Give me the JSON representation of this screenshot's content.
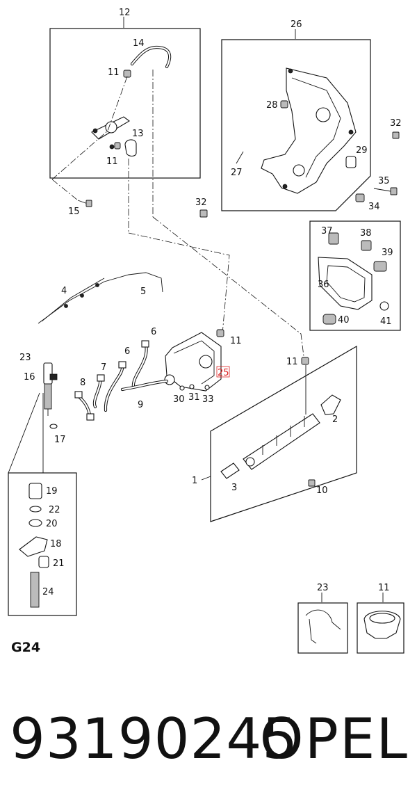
{
  "callouts": {
    "c12": "12",
    "c14": "14",
    "c11a": "11",
    "c13": "13",
    "c11b": "11",
    "c15": "15",
    "c26": "26",
    "c28": "28",
    "c27": "27",
    "c29": "29",
    "c32a": "32",
    "c35": "35",
    "c34": "34",
    "c32b": "32",
    "c37": "37",
    "c38": "38",
    "c39": "39",
    "c36": "36",
    "c40": "40",
    "c41": "41",
    "c4": "4",
    "c5": "5",
    "c6a": "6",
    "c6b": "6",
    "c7": "7",
    "c8": "8",
    "c9": "9",
    "c11c": "11",
    "c25": "25",
    "c30": "30",
    "c31": "31",
    "c33": "33",
    "c11d": "11",
    "c23a": "23",
    "c16": "16",
    "c17": "17",
    "c2": "2",
    "c1": "1",
    "c3": "3",
    "c10": "10",
    "c19": "19",
    "c22": "22",
    "c20": "20",
    "c18": "18",
    "c21": "21",
    "c24": "24",
    "c23b": "23",
    "c11e": "11"
  },
  "highlight_color": "#dd2222",
  "group_code": "G24",
  "part_number": "93190245",
  "brand": "OPEL"
}
